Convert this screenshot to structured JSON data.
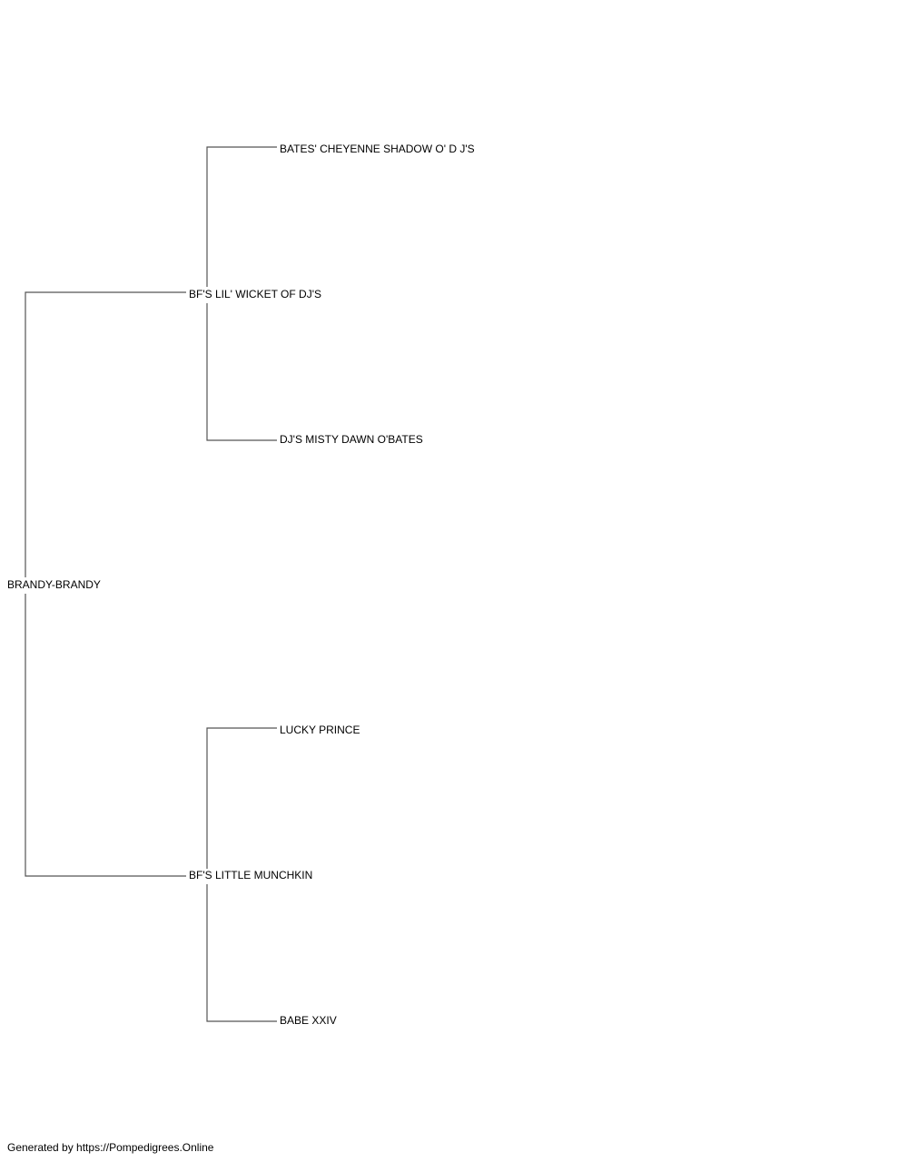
{
  "pedigree": {
    "subject": "BRANDY-BRANDY",
    "sire": {
      "name": "BF'S LIL' WICKET OF DJ'S",
      "sire": "BATES' CHEYENNE SHADOW O' D J'S",
      "dam": "DJ'S MISTY DAWN O'BATES"
    },
    "dam": {
      "name": "BF'S LITTLE MUNCHKIN",
      "sire": "LUCKY PRINCE",
      "dam": "BABE XXIV"
    }
  },
  "footer": {
    "text": "Generated by https://Pompedigrees.Online"
  },
  "colors": {
    "line": "#555555",
    "text": "#000000",
    "background": "#ffffff"
  }
}
